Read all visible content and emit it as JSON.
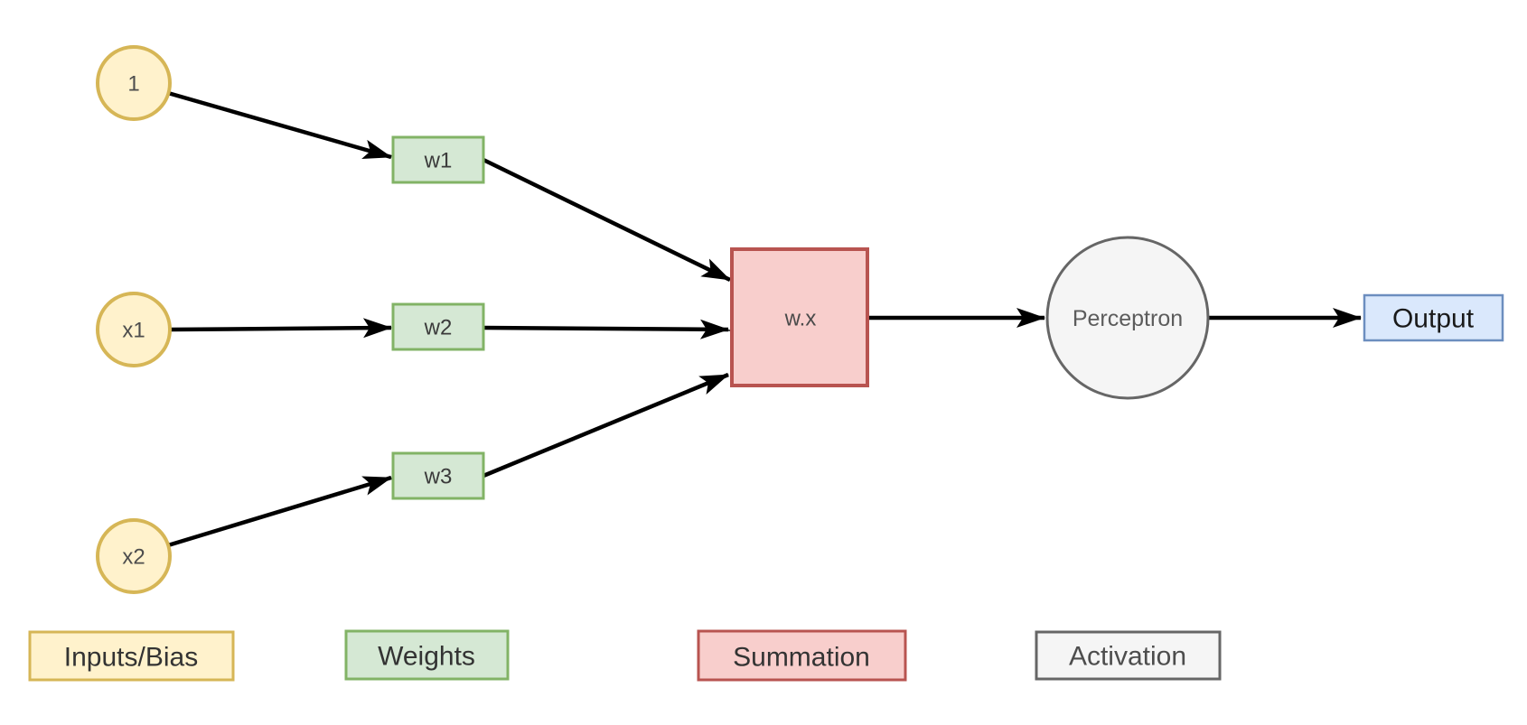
{
  "diagram": {
    "nodes": {
      "bias": {
        "label": "1"
      },
      "x1": {
        "label": "x1"
      },
      "x2": {
        "label": "x2"
      },
      "w1": {
        "label": "w1"
      },
      "w2": {
        "label": "w2"
      },
      "w3": {
        "label": "w3"
      },
      "summation": {
        "label": "w.x"
      },
      "activation": {
        "label": "Perceptron"
      },
      "output": {
        "label": "Output"
      }
    },
    "legend": {
      "inputs_bias": {
        "label": "Inputs/Bias"
      },
      "weights": {
        "label": "Weights"
      },
      "summation": {
        "label": "Summation"
      },
      "activation": {
        "label": "Activation"
      }
    },
    "colors": {
      "input_fill": "#FFF2CC",
      "input_stroke": "#D6B656",
      "weight_fill": "#D5E8D4",
      "weight_stroke": "#82B366",
      "summation_fill": "#F8CECC",
      "summation_stroke": "#B85450",
      "activation_fill": "#F5F5F5",
      "activation_stroke": "#666666",
      "output_fill": "#DAE8FC",
      "output_stroke": "#6C8EBF",
      "edge": "#000000",
      "background": "#FFFFFF"
    }
  }
}
